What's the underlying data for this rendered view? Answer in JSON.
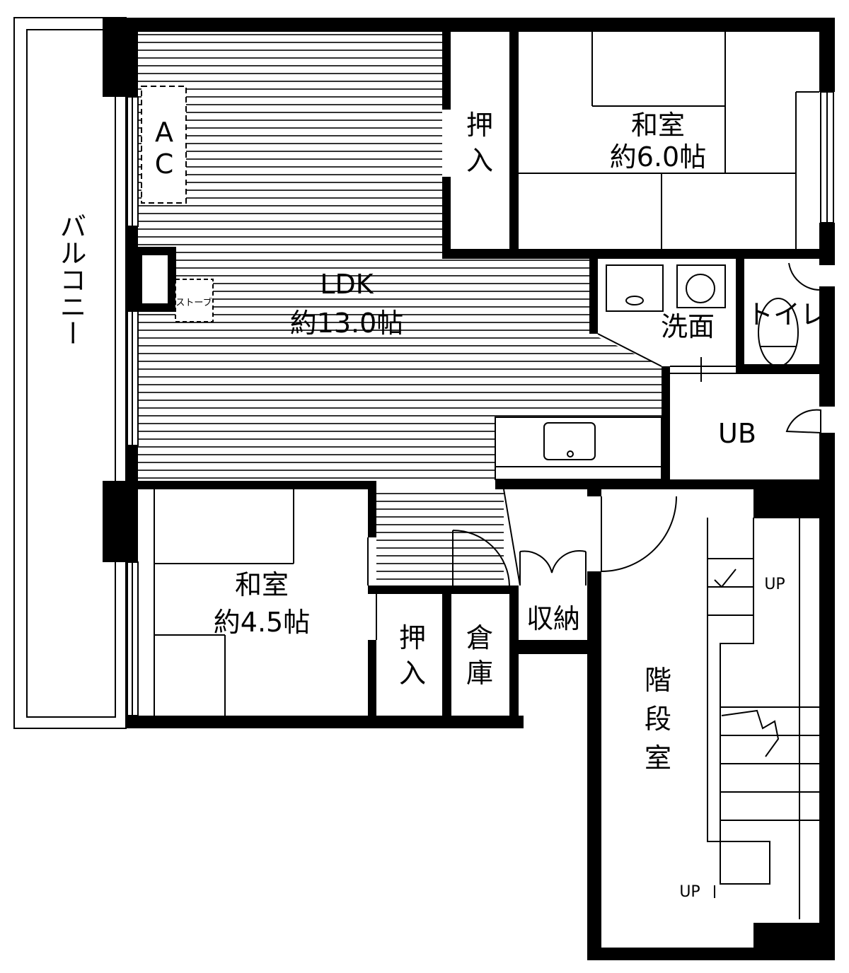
{
  "rooms": {
    "balcony": "バルコニー",
    "ac": [
      "A",
      "C"
    ],
    "stove": "ストーブ",
    "ldk": {
      "name": "LDK",
      "size": "約13.0帖"
    },
    "closet_top": [
      "押",
      "入"
    ],
    "washitsu_6": {
      "name": "和室",
      "size": "約6.0帖"
    },
    "senmen": "洗面",
    "toilet": "トイレ",
    "ub": "UB",
    "washitsu_45": {
      "name": "和室",
      "size": "約4.5帖"
    },
    "closet_bottom": [
      "押",
      "入"
    ],
    "souko": [
      "倉",
      "庫"
    ],
    "shuno": "収納",
    "stairwell": [
      "階",
      "段",
      "室"
    ],
    "up_top": "UP",
    "up_bottom": "UP"
  },
  "colors": {
    "wall": "#000000",
    "background": "#ffffff"
  }
}
